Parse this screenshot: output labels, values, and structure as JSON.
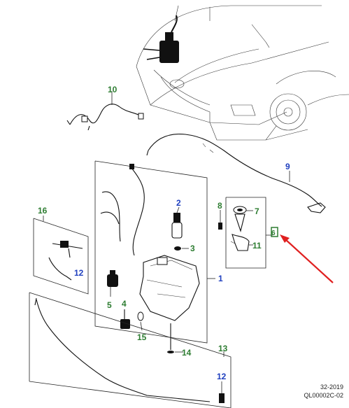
{
  "callouts": {
    "c10": "10",
    "c9": "9",
    "c16": "16",
    "c8": "8",
    "c7": "7",
    "c11": "11",
    "c2": "2",
    "c3": "3",
    "c1": "1",
    "c5": "5",
    "c4": "4",
    "c15": "15",
    "c14": "14",
    "c13": "13",
    "c12a": "12",
    "c12b": "12",
    "c6": "6"
  },
  "footer": {
    "line1": "32-2019",
    "line2": "QL00002C-02"
  },
  "colors": {
    "green_callout": "#2e7d32",
    "blue_callout": "#1f3fbf",
    "arrow": "#e02020",
    "highlight_box": "#2e7d32"
  }
}
